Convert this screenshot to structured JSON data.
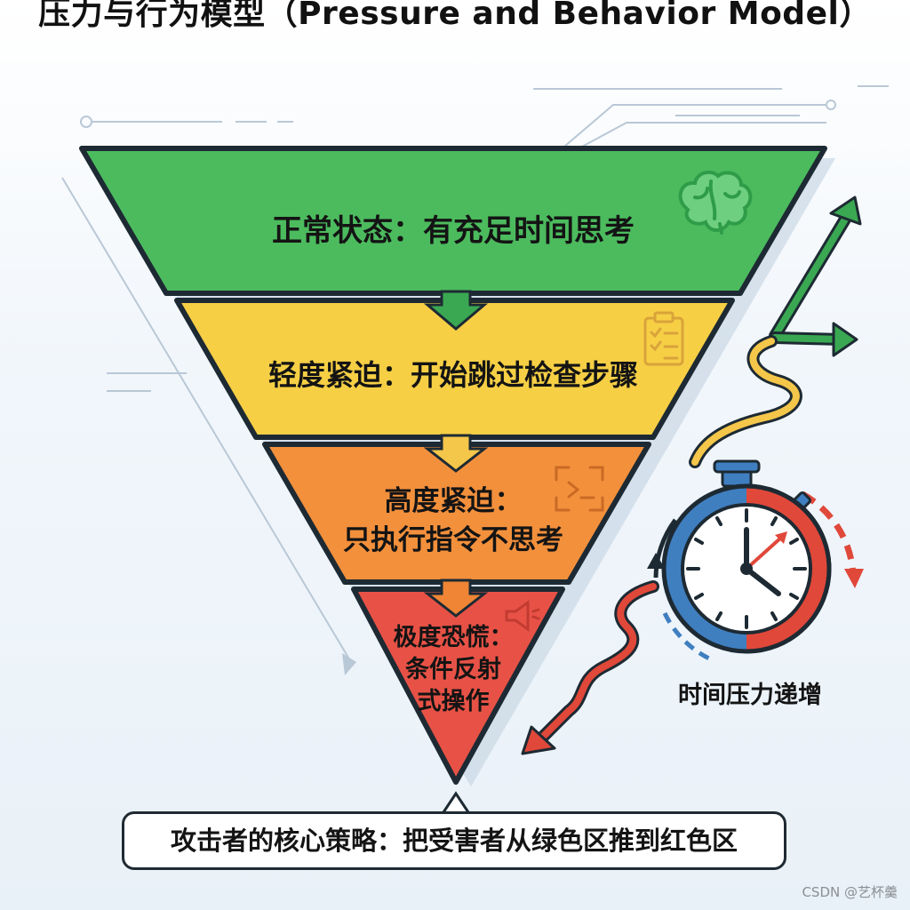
{
  "title": "压力与行为模型（Pressure and Behavior Model）",
  "levels": [
    {
      "id": "normal",
      "lines": [
        "正常状态：有充足时间思考"
      ],
      "color": "#4cbb5e",
      "icon": "brain-icon"
    },
    {
      "id": "mild",
      "lines": [
        "轻度紧迫：开始跳过检查步骤"
      ],
      "color": "#f6cf45",
      "icon": "clipboard-checklist-icon"
    },
    {
      "id": "high",
      "lines": [
        "高度紧迫：",
        "只执行指令不思考"
      ],
      "color": "#f3903c",
      "icon": "terminal-command-icon"
    },
    {
      "id": "extreme",
      "lines": [
        "极度恐慌：",
        "条件反射",
        "式操作"
      ],
      "color": "#e85246",
      "icon": "megaphone-alert-icon"
    }
  ],
  "clock_caption": "时间压力递增",
  "callout": "攻击者的核心策略：把受害者从绿色区推到红色区",
  "watermark": "CSDN @艺杯羹",
  "colors": {
    "outline": "#1d2a33",
    "accent_red": "#e0483a",
    "accent_green": "#3aa852",
    "accent_yellow": "#f4c64a",
    "clock_blue": "#3f7fc0"
  }
}
